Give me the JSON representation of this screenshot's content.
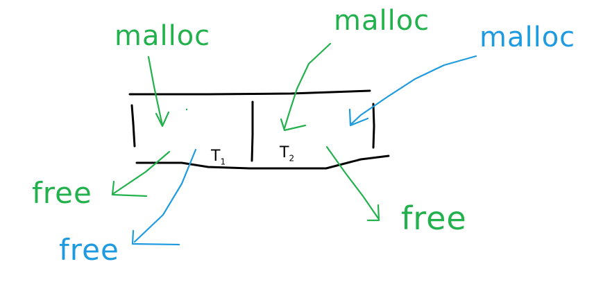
{
  "colors": {
    "green": "#22b14c",
    "blue": "#1e9be0",
    "black": "#000000"
  },
  "labels": {
    "malloc_left": "malloc",
    "malloc_middle": "malloc",
    "malloc_right": "malloc",
    "free_left": "free",
    "free_blue": "free",
    "free_right": "free",
    "t1": "T",
    "t1_sub": "1",
    "t2": "T",
    "t2_sub": "2"
  }
}
